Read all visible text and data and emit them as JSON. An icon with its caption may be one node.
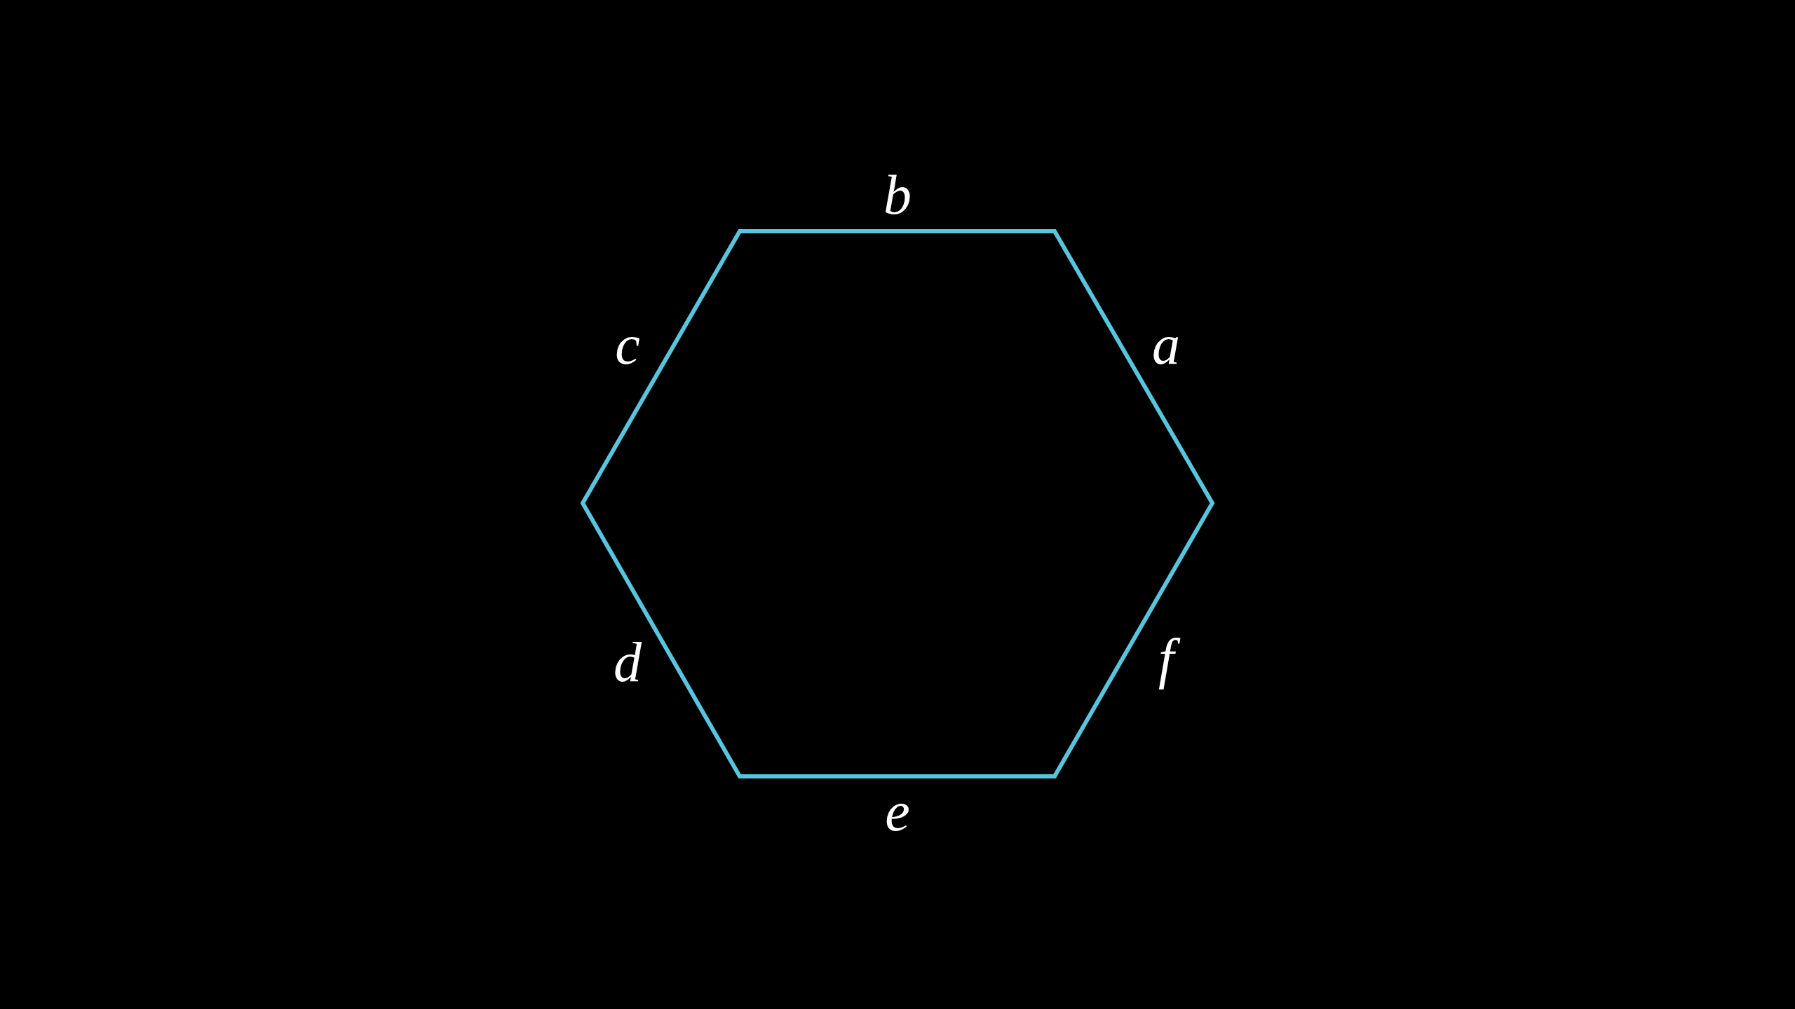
{
  "diagram": {
    "labels": [
      "b",
      "c",
      "a",
      "d",
      "f",
      "e"
    ]
  }
}
